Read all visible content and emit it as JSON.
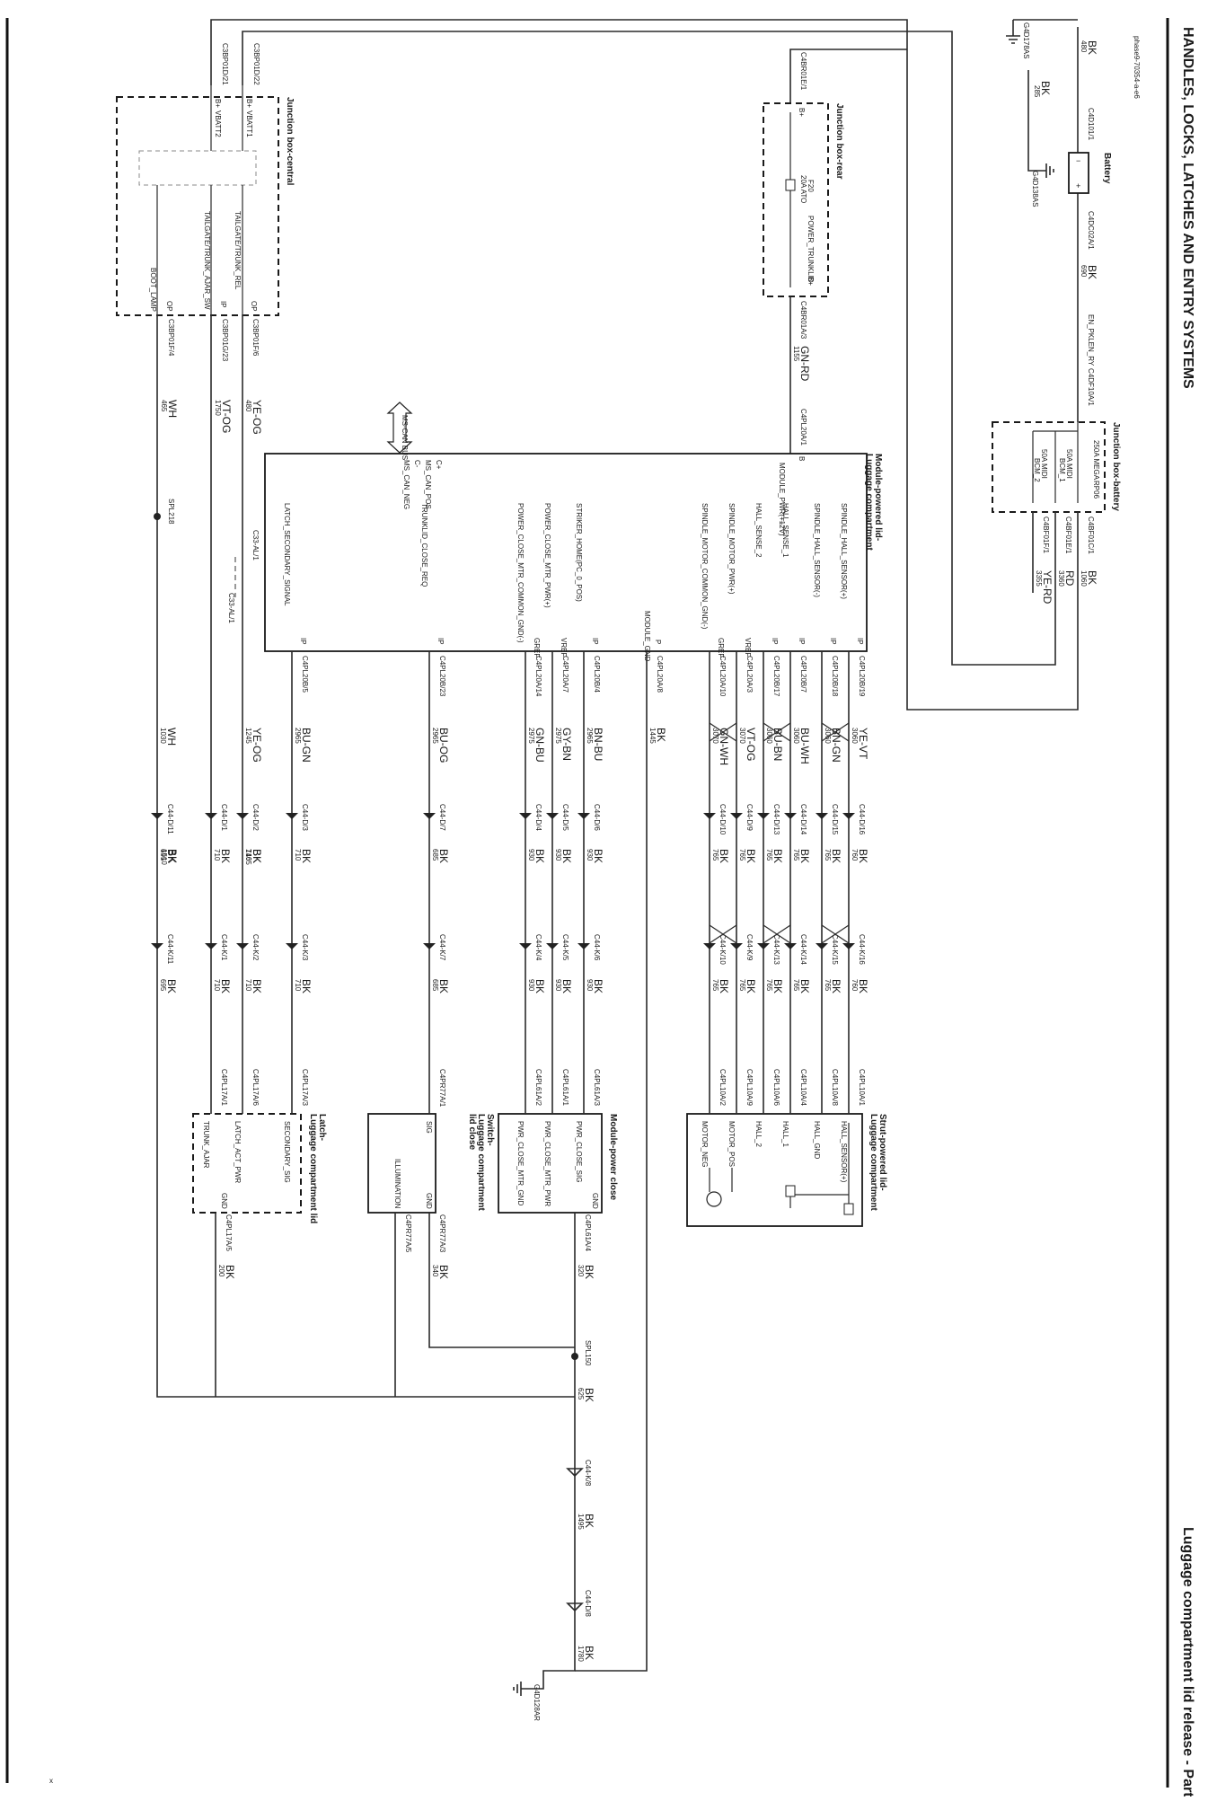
{
  "header": {
    "left_title": "HANDLES, LOCKS, LATCHES AND ENTRY SYSTEMS",
    "right_title": "Luggage compartment lid release - Part 1",
    "doc_id": "phase9-70354-a-e6",
    "corner_mark": "x"
  },
  "components": {
    "battery": {
      "title": "Battery",
      "minus": "−",
      "plus": "+"
    },
    "jb_battery": {
      "title": "Junction box-battery",
      "fuse1": "250A MEGA",
      "fuse1_id": "RP06",
      "fuse2": "50A MIDI",
      "fuse2_id": "BCM_1",
      "fuse3": "50A MIDI",
      "fuse3_id": "BCM_2"
    },
    "jb_rear": {
      "title": "Junction box-rear",
      "fuse_name": "F20",
      "fuse_rating": "20A ATO",
      "pin_in": "B+",
      "pin_out": "B+",
      "signal": "POWER_TRUNKLID"
    },
    "jb_central": {
      "title": "Junction box-central",
      "pin_b1": "B+",
      "pin_b2": "B+",
      "sig_vbatt1": "VBATT1",
      "sig_vbatt2": "VBATT2",
      "sig_rel": "TAILGATE/TRUNK_REL",
      "sig_ajar": "TAILGATE/TRUNK_AJAR_SW",
      "sig_boot": "BOOT_LAMP",
      "pin_op": "OP",
      "pin_ip": "IP"
    },
    "module_lid": {
      "title": "Module-powered lid-",
      "subtitle": "Luggage compartment",
      "can_label": "MS-CAN BUS",
      "can_pos_pin": "C+",
      "can_neg_pin": "C-",
      "can_pos": "MS_CAN_POS",
      "can_neg": "MS_CAN_NEG",
      "pwr_pin": "B",
      "pwr_sig": "MODULE_PWR(+12V)",
      "gnd_pin": "P",
      "gnd_sig": "MODULE_GND",
      "signals": [
        {
          "pin": "IP",
          "name": "SPINDLE_HALL_SENSOR(+)"
        },
        {
          "pin": "IP",
          "name": "SPINDLE_HALL_SENSOR(-)"
        },
        {
          "pin": "IP",
          "name": "HALL_SENSE_1"
        },
        {
          "pin": "IP",
          "name": "HALL_SENSE_2"
        },
        {
          "pin": "VREF",
          "name": "SPINDLE_MOTOR_PWR(+)"
        },
        {
          "pin": "GREF",
          "name": "SPINDLE_MOTOR_COMMON_GND(-)"
        },
        {
          "pin": "IP",
          "name": "STRIKER_HOME(PC_0_POS)"
        },
        {
          "pin": "VREF",
          "name": "POWER_CLOSE_MTR_PWR(+)"
        },
        {
          "pin": "GREF",
          "name": "POWER_CLOSE_MTR_COMMON_GND(-)"
        },
        {
          "pin": "IP",
          "name": "TRUNKLID_CLOSE_REQ"
        },
        {
          "pin": "IP",
          "name": "LATCH_SECONDARY_SIGNAL"
        }
      ]
    },
    "strut_lid": {
      "title": "Strut-powered lid-",
      "subtitle": "Luggage compartment",
      "pins": [
        "HALL_SENSOR(+)",
        "HALL_GND",
        "HALL_1",
        "HALL_2",
        "MOTOR_POS",
        "MOTOR_NEG"
      ]
    },
    "module_close": {
      "title": "Module-power close",
      "pins": [
        "PWR_CLOSE_SIG",
        "PWR_CLOSE_MTR_PWR",
        "PWR_CLOSE_MTR_GND"
      ],
      "gnd": "GND"
    },
    "switch_close": {
      "title": "Switch-",
      "subtitle": "Luggage compartment",
      "subtitle2": "lid close",
      "sig": "SIG",
      "illum": "ILLUMINATION",
      "gnd": "GND"
    },
    "latch": {
      "title": "Latch-",
      "subtitle": "Luggage compartment lid",
      "pins": [
        "SECONDARY_SIG",
        "LATCH_ACT_PWR",
        "TRUNK_AJAR"
      ],
      "gnd": "GND"
    }
  },
  "grounds": {
    "g1": "G4D178AS",
    "g2": "G4D138AS",
    "g3": "G4D128AR",
    "spl218": "SPL218",
    "spl150": "SPL150",
    "bat_wire1": {
      "color": "BK",
      "num": "480",
      "conn": "C4D101/1"
    },
    "bat_wire2": {
      "color": "BK",
      "num": "285"
    },
    "bat_wire3": {
      "color": "BK",
      "num": "690",
      "conn": "C4DC02A/1"
    },
    "bat_wire4": {
      "color": "EN_PKLEN_RY",
      "conn": "C4DF10A/1"
    }
  },
  "jb_batt_out": [
    {
      "conn": "C4BF01C/1",
      "color": "BK",
      "num": "1060"
    },
    {
      "conn": "C4BF01E/1",
      "color": "RD",
      "num": "3360"
    },
    {
      "conn": "C4BF01F/1",
      "color": "YE-RD",
      "num": "3355"
    }
  ],
  "rear_wires": {
    "in_conn": "C4BR01E/1",
    "out_conn": "C4BR01A/3",
    "out_color": "GN-RD",
    "out_num": "1155",
    "mod_conn": "C4PL20A/1"
  },
  "central_conns": {
    "vbatt1": "C3BP01D/22",
    "vbatt2": "C3BP01D/21",
    "rel": "C3BP01F/6",
    "ajar": "C3BP01G/23",
    "boot": "C3BP01F/4",
    "inline1": "C33-AL/1",
    "inline2": "C33-AL/1"
  },
  "central_wires": [
    {
      "color": "YE-OG",
      "num": "480"
    },
    {
      "color": "VT-OG",
      "num": "1750"
    },
    {
      "color": "WH",
      "num": "465"
    }
  ],
  "columns": [
    {
      "mod": "C4PL20B/19",
      "c1": "YE-VT",
      "n1": "3060",
      "k1": "C44-D/16",
      "c2": "BK",
      "n2": "760",
      "dst": "C4PL10A/1"
    },
    {
      "mod": "C4PL20B/18",
      "c1": "BN-GN",
      "n1": "3060",
      "k1": "C44-D/15",
      "c2": "BK",
      "n2": "765",
      "dst": "C4PL10A/8"
    },
    {
      "mod": "C4PL20B/7",
      "c1": "BU-WH",
      "n1": "3060",
      "k1": "C44-D/14",
      "c2": "BK",
      "n2": "765",
      "dst": "C4PL10A/4"
    },
    {
      "mod": "C4PL20B/17",
      "c1": "BU-BN",
      "n1": "3060",
      "k1": "C44-D/13",
      "c2": "BK",
      "n2": "765",
      "dst": "C4PL10A/6"
    },
    {
      "mod": "C4PL20A/3",
      "c1": "VT-OG",
      "n1": "3070",
      "k1": "C44-D/9",
      "c2": "BK",
      "n2": "765",
      "dst": "C4PL10A/9"
    },
    {
      "mod": "C4PL20A/10",
      "c1": "GN-WH",
      "n1": "3070",
      "k1": "C44-D/10",
      "c2": "BK",
      "n2": "765",
      "dst": "C4PL10A/2"
    },
    {
      "mod": "C4PL20A/8",
      "c1": "BK",
      "n1": "1445",
      "k1": "",
      "c2": "",
      "n2": "",
      "dst": ""
    },
    {
      "mod": "C4PL20B/4",
      "c1": "BN-BU",
      "n1": "2965",
      "k1": "C44-D/6",
      "c2": "BK",
      "n2": "930",
      "dst": "C4PL61A/3"
    },
    {
      "mod": "C4PL20A/7",
      "c1": "GY-BN",
      "n1": "2975",
      "k1": "C44-D/5",
      "c2": "BK",
      "n2": "930",
      "dst": "C4PL61A/1"
    },
    {
      "mod": "C4PL20A/14",
      "c1": "GN-BU",
      "n1": "2975",
      "k1": "C44-D/4",
      "c2": "BK",
      "n2": "930",
      "dst": "C4PL61A/2"
    },
    {
      "mod": "C4PL20B/23",
      "c1": "BU-OG",
      "n1": "2965",
      "k1": "C44-D/7",
      "c2": "BK",
      "n2": "685",
      "dst": "C4PR77A/1"
    },
    {
      "mod": "C4PL20B/5",
      "c1": "BU-GN",
      "n1": "2965",
      "k1": "C44-D/3",
      "c2": "BK",
      "n2": "710",
      "dst": "C4PL17A/3"
    },
    {
      "mod": "",
      "c1": "YE-OG",
      "n1": "1245",
      "k1": "C44-D/2",
      "c2": "BK",
      "n2": "710",
      "dst": "C4PL17A/6"
    },
    {
      "mod": "",
      "c1": "",
      "n1": "",
      "k1": "C44-D/1",
      "c2": "BK",
      "n2": "710",
      "dst": "C4PL17A/1"
    },
    {
      "mod": "",
      "c1": "WH",
      "n1": "1030",
      "k1": "C44-D/11",
      "c2": "BK",
      "n2": "695",
      "dst": ""
    }
  ],
  "mid_wires": [
    {
      "color": "BK",
      "num": "1465"
    },
    {
      "color": "BK",
      "num": "1510"
    }
  ],
  "ground_run": {
    "close_gnd_conn": "C4PL61A/4",
    "close_gnd_color": "BK",
    "close_gnd_num": "320",
    "switch_gnd_conn": "C4PR77A/3",
    "switch_gnd_color": "BK",
    "switch_gnd_num": "340",
    "switch_ill_conn": "C4PR77A/5",
    "latch_gnd_conn": "C4PL17A/5",
    "latch_gnd_color": "BK",
    "latch_gnd_num": "200",
    "seg1_color": "BK",
    "seg1_num": "625",
    "k1": "C44-K/8",
    "seg2_color": "BK",
    "seg2_num": "1495",
    "k2": "C44-D/8",
    "seg3_color": "BK",
    "seg3_num": "1780"
  }
}
